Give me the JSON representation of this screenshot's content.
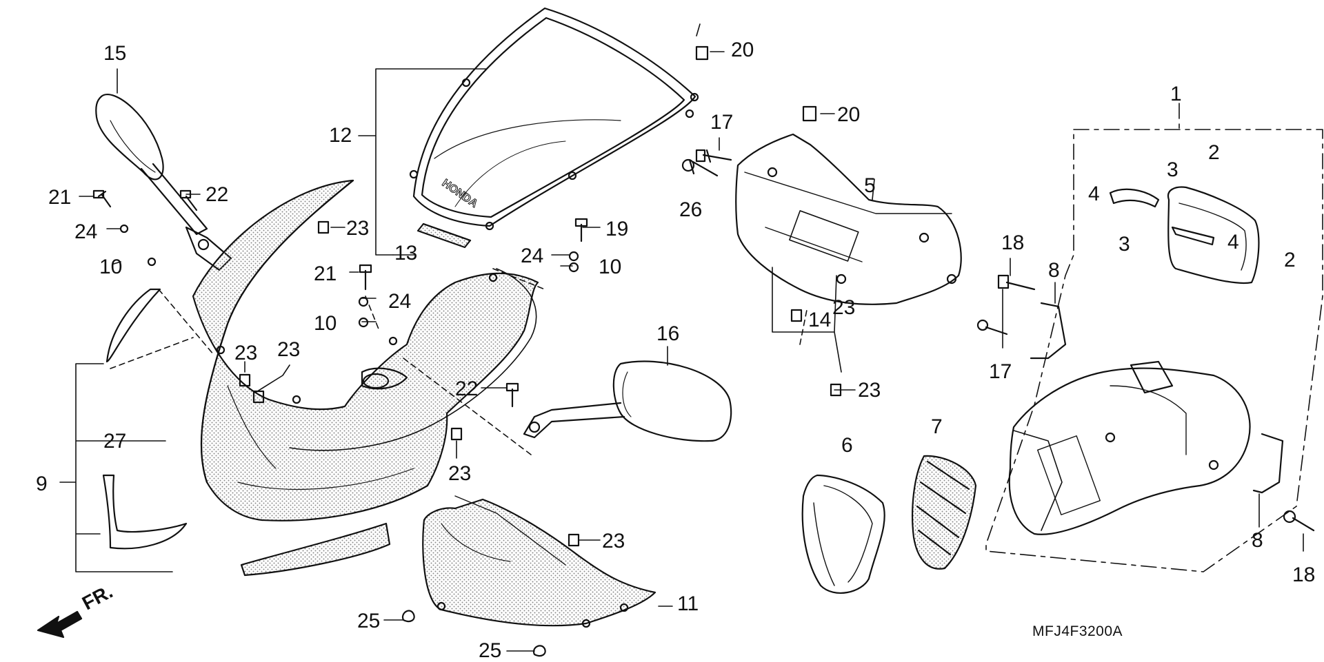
{
  "diagram": {
    "code": "MFJ4F3200A",
    "front_marker": "FR.",
    "callouts": [
      "1",
      "2",
      "2",
      "3",
      "3",
      "4",
      "4",
      "5",
      "6",
      "7",
      "8",
      "8",
      "9",
      "10",
      "10",
      "10",
      "11",
      "12",
      "13",
      "14",
      "15",
      "16",
      "17",
      "17",
      "18",
      "18",
      "19",
      "20",
      "20",
      "21",
      "21",
      "22",
      "22",
      "23",
      "23",
      "23",
      "23",
      "23",
      "23",
      "23",
      "24",
      "24",
      "24",
      "25",
      "25",
      "26",
      "27"
    ]
  },
  "colors": {
    "line": "#111111",
    "stipple": "#8a8a8a",
    "background": "#ffffff"
  }
}
